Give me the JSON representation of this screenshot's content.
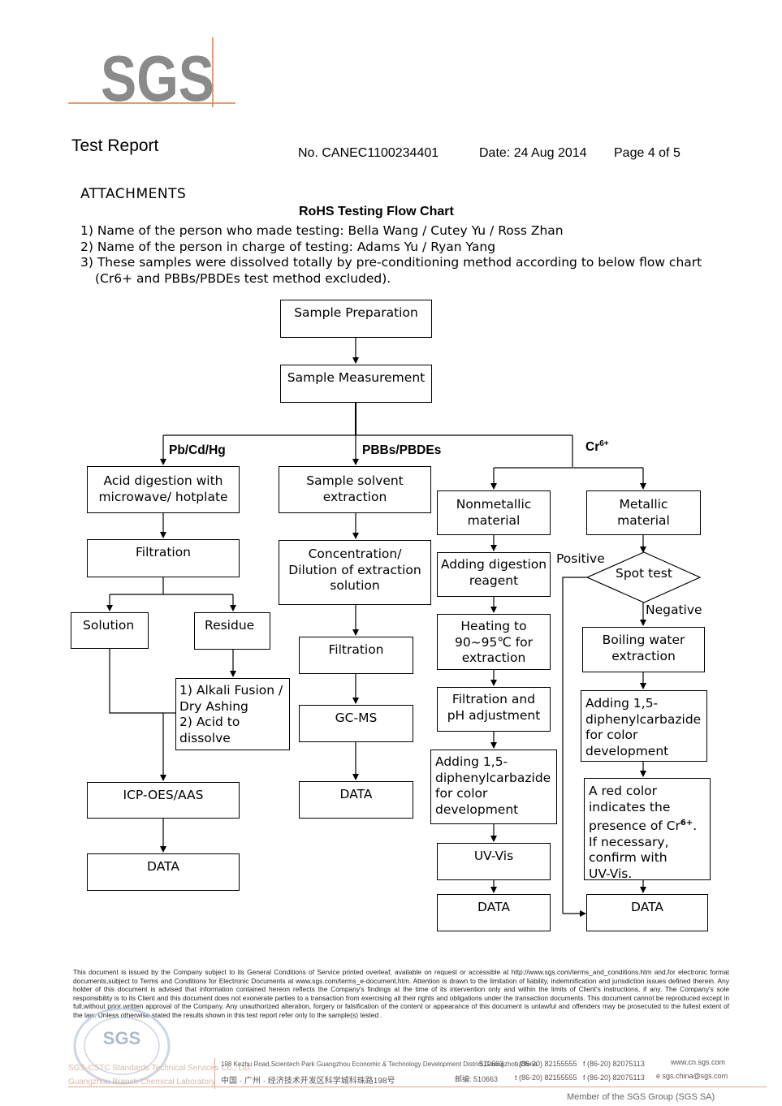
{
  "header": {
    "logo_text": "SGS",
    "doc_type": "Test Report",
    "report_no": "No. CANEC1100234401",
    "date": "Date: 24 Aug 2014",
    "page": "Page 4 of 5"
  },
  "section_title": "ATTACHMENTS",
  "chart_title": "RoHS Testing Flow Chart",
  "notes": [
    "1) Name of the person who made testing: Bella Wang / Cutey Yu / Ross Zhan",
    "2) Name of the person in charge of testing: Adams Yu / Ryan Yang",
    "3) These samples were dissolved totally by pre-conditioning method according to below flow chart",
    "(Cr6+ and PBBs/PBDEs test method excluded)."
  ],
  "flow": {
    "sample_preparation": "Sample Preparation",
    "sample_measurement": "Sample Measurement",
    "branch_pb": "Pb/Cd/Hg",
    "branch_pbb": "PBBs/PBDEs",
    "branch_cr": "Cr",
    "branch_cr_sup": "6+",
    "acid_digestion": "Acid digestion with\nmicrowave/ hotplate",
    "filtration_1": "Filtration",
    "solution": "Solution",
    "residue": "Residue",
    "alkali": "1) Alkali Fusion /\n   Dry Ashing\n2) Acid to\n   dissolve",
    "icp": "ICP-OES/AAS",
    "data_1": "DATA",
    "solvent_extraction": "Sample solvent\nextraction",
    "concentration": "Concentration/\nDilution of extraction\nsolution",
    "filtration_2": "Filtration",
    "gcms": "GC-MS",
    "data_2": "DATA",
    "nonmetallic": "Nonmetallic\nmaterial",
    "adding_digestion": "Adding digestion\nreagent",
    "heating": "Heating to\n90~95℃ for\nextraction",
    "filtration_ph": "Filtration and\npH adjustment",
    "adding_dpc_1": "Adding 1,5-\ndiphenylcarbazide\nfor color\ndevelopment",
    "uvvis": "UV-Vis",
    "data_3": "DATA",
    "metallic": "Metallic\nmaterial",
    "positive": "Positive",
    "spot_test": "Spot test",
    "negative": "Negative",
    "boiling": "Boiling water\nextraction",
    "adding_dpc_2": "Adding 1,5-\ndiphenylcarbazide\nfor color\ndevelopment",
    "red_color_1": "A red color\nindicates the\npresence of Cr",
    "red_color_sup": "6+",
    "red_color_2": ".\nIf necessary,\nconfirm with\nUV-Vis.",
    "data_4": "DATA"
  },
  "fine_print": "This document is issued by the Company subject to its General Conditions of Service printed overleaf, available on request or accessible at http://www.sgs.com/terms_and_conditions.htm and,for electronic format documents,subject to Terms and Conditions for Electronic Documents at www.sgs.com/terms_e-document.htm. Attention is drawn to the limitation of liability, indemnification and jurisdiction issues defined therein. Any holder of this document is advised that information contained hereon reflects the Company's findings at the time of its intervention only and within the limits of Client's instructions, if any. The Company's sole responsibility is to its Client and this document does not exonerate parties to a transaction from exercising all their rights and obligations under the transaction documents. This document cannot be reproduced except in full,without prior written approval of the Company. Any unauthorized alteration, forgery or falsification of the content or appearance of this document is unlawful and offenders may be prosecuted to the fullest extent of the law. Unless otherwise stated the results shown in this test report refer only to the sample(s) tested .",
  "footer": {
    "company_en": "SGS-CSTC Standards Technical Services Co., Ltd.",
    "company_cn": "Guangzhou Branch  Chemical Laboratory",
    "address_en": "198 Kezhu Road,Scientech Park Guangzhou Economic & Technology Development District,Guangzhou,China",
    "postcode_en": "510663",
    "tel_en": "t (86-20) 82155555",
    "fax_en": "f (86-20) 82075113",
    "web": "www.cn.sgs.com",
    "address_cn": "中国 · 广州 · 经济技术开发区科学城科珠路198号",
    "postcode_cn": "邮编: 510663",
    "tel_cn": "t (86-20) 82155555",
    "fax_cn": "f (86-20) 82075113",
    "email": "e  sgs.china@sgs.com",
    "member": "Member of the SGS Group (SGS SA)",
    "stamp_text": "SGS"
  },
  "colors": {
    "logo_gray": "#8a8a8a",
    "logo_line": "#e07b39",
    "footer_line": "#e8a57a"
  }
}
